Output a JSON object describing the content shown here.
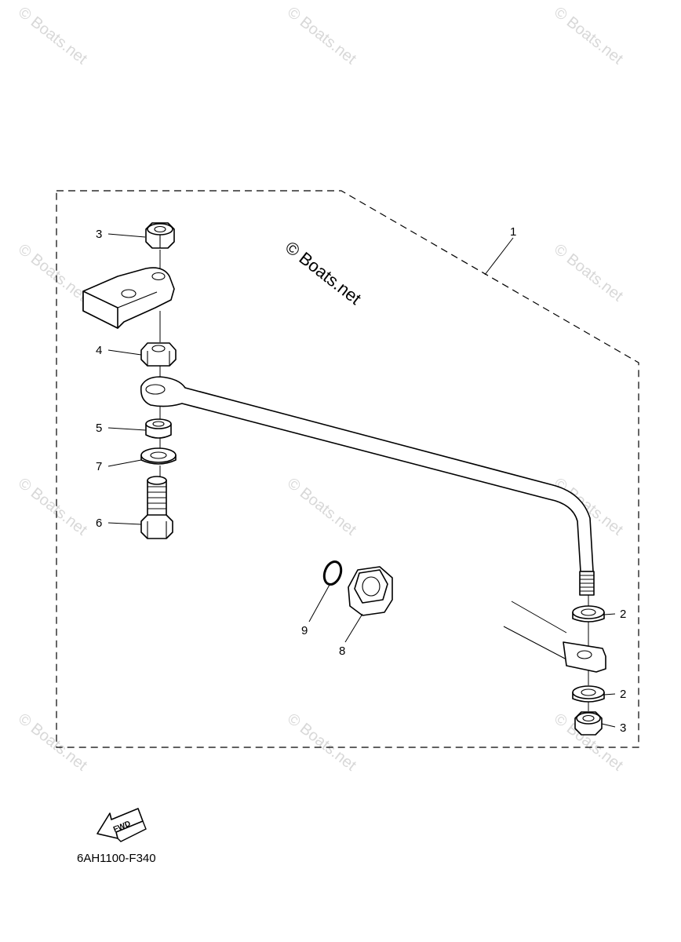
{
  "watermark": {
    "text": "© Boats.net",
    "color": "#d8d8d8"
  },
  "main_watermark": "© Boats.net",
  "diagram_code": "6AH1100-F340",
  "fwd_label": "FWD",
  "callouts": {
    "c1": "1",
    "c2_top": "2",
    "c2_bottom": "2",
    "c3_top": "3",
    "c3_bottom": "3",
    "c4": "4",
    "c5": "5",
    "c6": "6",
    "c7": "7",
    "c8": "8",
    "c9": "9"
  }
}
